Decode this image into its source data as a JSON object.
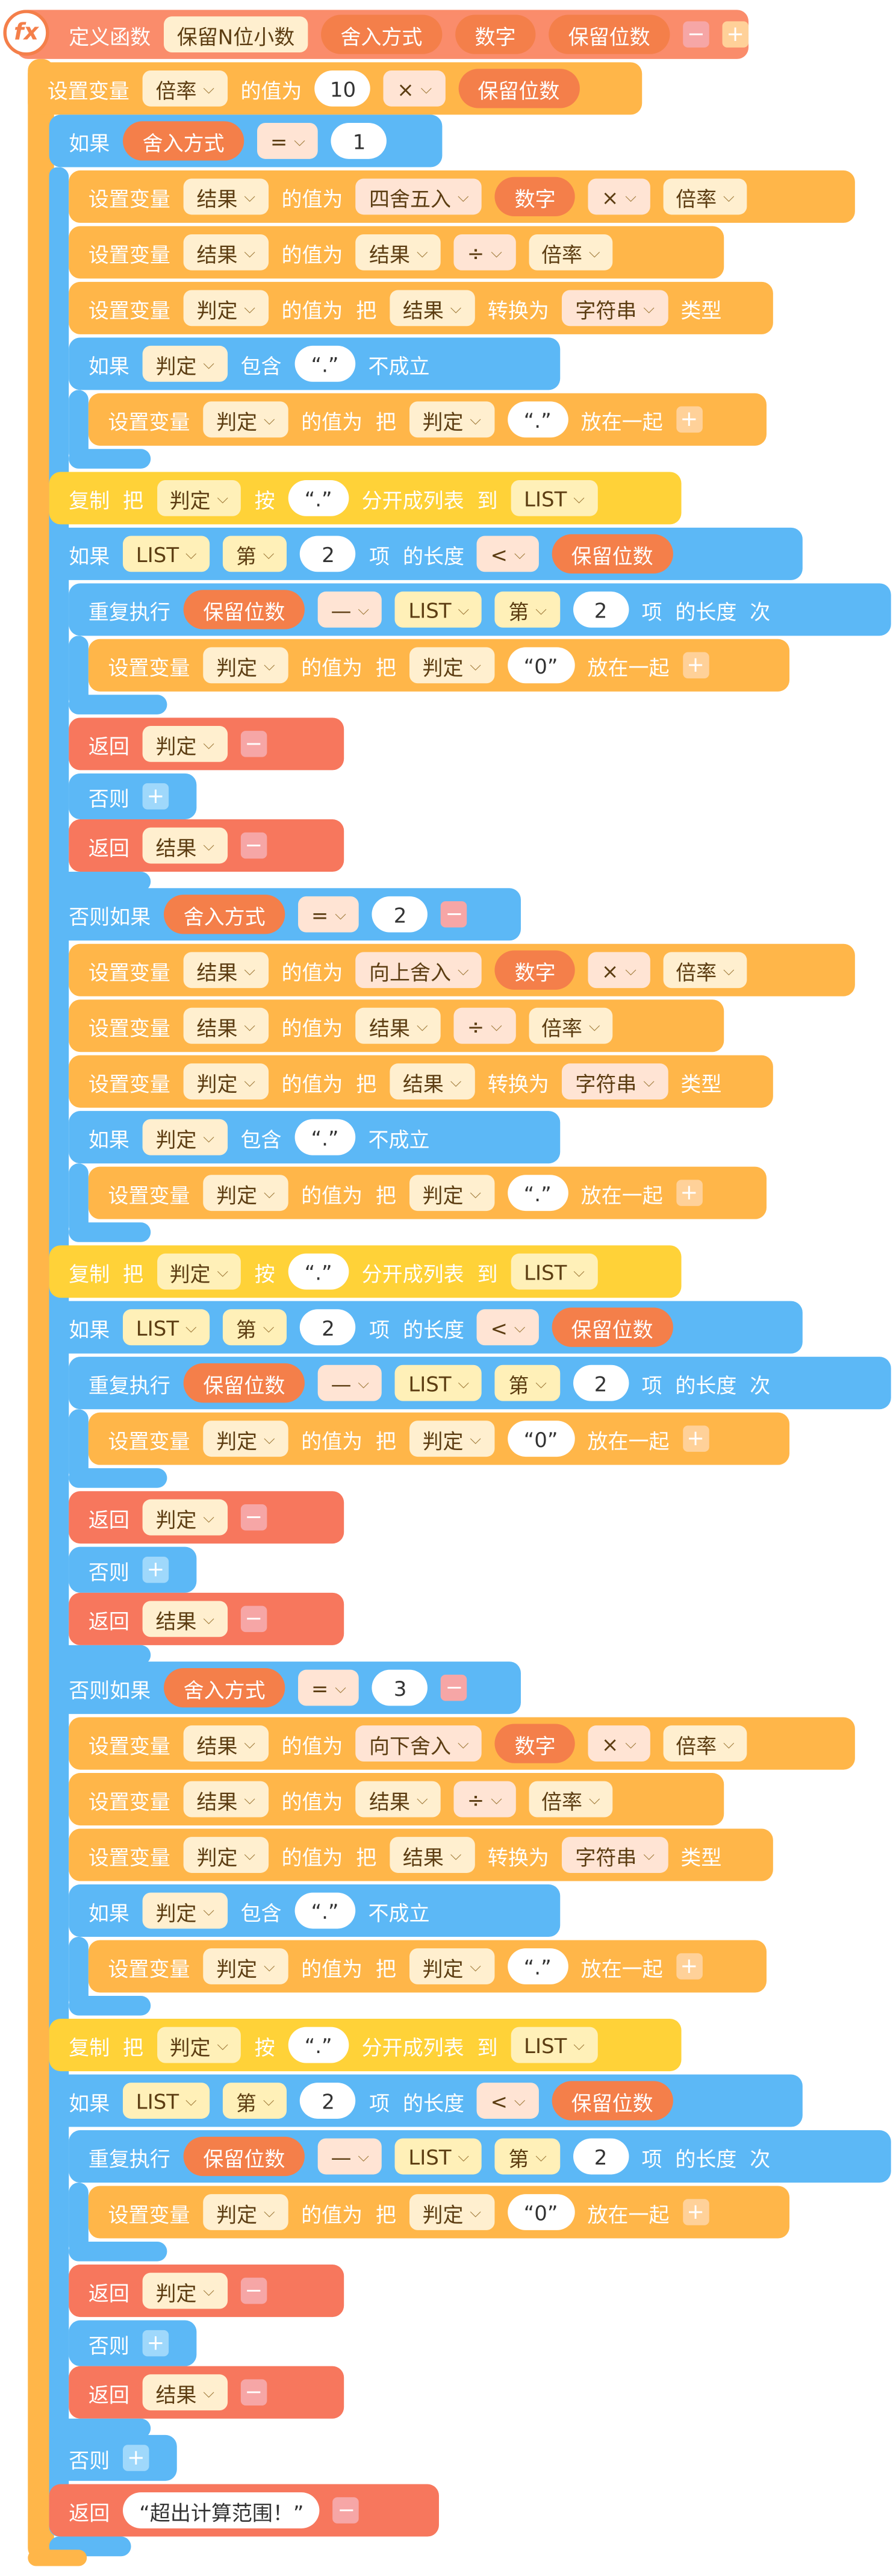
{
  "labels": {
    "define_function": "定义函数",
    "set_variable": "设置变量",
    "value_of": "的值为",
    "if": "如果",
    "else": "否则",
    "else_if": "否则如果",
    "copy": "复制",
    "repeat": "重复执行",
    "times": "次",
    "return": "返回",
    "ba": "把",
    "convert_to": "转换为",
    "type": "类型",
    "contains": "包含",
    "not_hold": "不成立",
    "put_together": "放在一起",
    "split_by": "按",
    "split_into_list": "分开成列表",
    "to": "到",
    "item_no": "第",
    "item": "项",
    "length_of": "的长度",
    "plus": "+",
    "minus": "−"
  },
  "function": {
    "icon": "fx-icon",
    "name": "保留N位小数",
    "params": [
      "舍入方式",
      "数字",
      "保留位数"
    ]
  },
  "vars": {
    "rate": "倍率",
    "result": "结果",
    "judge": "判定",
    "list": "LIST",
    "digits": "保留位数",
    "round_mode": "舍入方式",
    "number": "数字"
  },
  "ops": {
    "mul": "×",
    "div": "÷",
    "eq": "=",
    "lt": "<",
    "sub": "—"
  },
  "values": {
    "ten": "10",
    "one": "1",
    "two": "2",
    "three": "3",
    "dot": "“.”",
    "zero": "“0”",
    "string_type": "字符串",
    "out_of_range": "“超出计算范围！”"
  },
  "modes": [
    "四舍五入",
    "向上舍入",
    "向下舍入"
  ],
  "colors": {
    "function_header": "#fa8c6b",
    "set_variable": "#ffb649",
    "control": "#5cb8f6",
    "list": "#ffd238",
    "return": "#f7775d",
    "param_pill": "#f47f4a"
  }
}
